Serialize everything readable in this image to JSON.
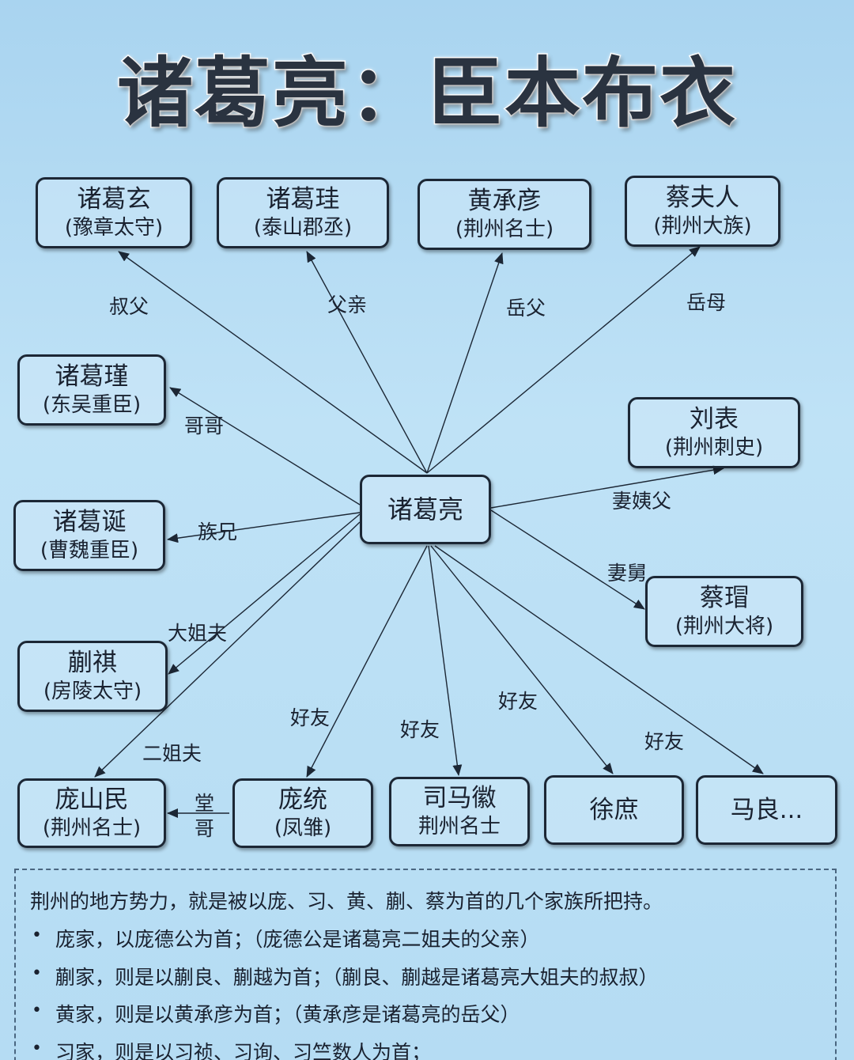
{
  "title": "诸葛亮：臣本布衣",
  "center": {
    "name": "诸葛亮"
  },
  "nodes": [
    {
      "id": "xuan",
      "name": "诸葛玄",
      "role": "(豫章太守)",
      "relation": "叔父"
    },
    {
      "id": "gui",
      "name": "诸葛珪",
      "role": "(泰山郡丞)",
      "relation": "父亲"
    },
    {
      "id": "huang",
      "name": "黄承彦",
      "role": "(荆州名士)",
      "relation": "岳父"
    },
    {
      "id": "cai_f",
      "name": "蔡夫人",
      "role": "(荆州大族)",
      "relation": "岳母"
    },
    {
      "id": "jin",
      "name": "诸葛瑾",
      "role": "(东吴重臣)",
      "relation": "哥哥"
    },
    {
      "id": "liubiao",
      "name": "刘表",
      "role": "(荆州刺史)",
      "relation": "妻姨父"
    },
    {
      "id": "dan",
      "name": "诸葛诞",
      "role": "(曹魏重臣)",
      "relation": "族兄"
    },
    {
      "id": "caimao",
      "name": "蔡瑁",
      "role": "(荆州大将)",
      "relation": "妻舅"
    },
    {
      "id": "kuaiqi",
      "name": "蒯祺",
      "role": "(房陵太守)",
      "relation": "大姐夫"
    },
    {
      "id": "pangsm",
      "name": "庞山民",
      "role": "(荆州名士)",
      "relation": "二姐夫"
    },
    {
      "id": "pangtong",
      "name": "庞统",
      "role": "(凤雏)",
      "relation": "好友"
    },
    {
      "id": "simahui",
      "name": "司马徽",
      "role": "荆州名士",
      "relation": "好友"
    },
    {
      "id": "xushu",
      "name": "徐庶",
      "role": "",
      "relation": "好友"
    },
    {
      "id": "maliang",
      "name": "马良...",
      "role": "",
      "relation": "好友"
    }
  ],
  "side_relation": {
    "label": "堂哥",
    "from": "庞统",
    "to": "庞山民"
  },
  "notes": {
    "intro": "荆州的地方势力，就是被以庞、习、黄、蒯、蔡为首的几个家族所把持。",
    "bullets": [
      "庞家，以庞德公为首；（庞德公是诸葛亮二姐夫的父亲）",
      "蒯家，则是以蒯良、蒯越为首；（蒯良、蒯越是诸葛亮大姐夫的叔叔）",
      "黄家，则是以黄承彦为首；（黄承彦是诸葛亮的岳父）",
      "习家，则是以习祯、习询、习竺数人为首；"
    ],
    "bullet_symbol": "•"
  },
  "colors": {
    "background": "#b8ddf3",
    "border": "#1c2735",
    "line": "#1c2735"
  }
}
